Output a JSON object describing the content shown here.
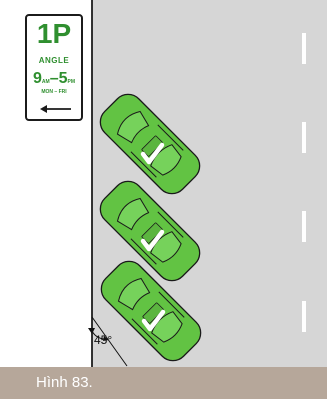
{
  "sign": {
    "main": "1P",
    "sub": "ANGLE",
    "time_start": "9",
    "time_start_suffix": "AM",
    "time_dash": "–",
    "time_end": "5",
    "time_end_suffix": "PM",
    "days": "MON – FRI"
  },
  "angle_label": "45°",
  "caption": "Hình 83.",
  "colors": {
    "curb_gray": "#d3d3d3",
    "road_gray": "#d6d6d6",
    "car_green": "#62c343",
    "car_outline": "#1a1a1a",
    "sign_green": "#2f8f2f",
    "caption_bg": "#b6a79a"
  },
  "icons": {
    "sign_arrow": "left-arrow-icon",
    "check": "checkmark-icon"
  }
}
